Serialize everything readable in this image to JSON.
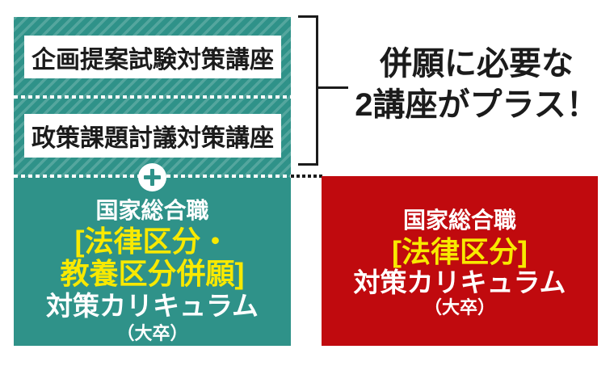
{
  "colors": {
    "teal": "#2f9289",
    "red": "#c00a0e",
    "yellow": "#f8e900",
    "ink": "#1b1b1b",
    "page_bg": "#ffffff"
  },
  "headline": {
    "line1": "併願に必要な",
    "line2": "2講座がプラス！"
  },
  "left_card": {
    "courses": [
      "企画提案試験対策講座",
      "政策課題討議対策講座"
    ],
    "title": "国家総合職",
    "highlight_line1": "[法律区分・",
    "highlight_line2": "教養区分併願]",
    "subtitle": "対策カリキュラム",
    "note": "（大卒）"
  },
  "right_card": {
    "title": "国家総合職",
    "highlight": "[法律区分]",
    "subtitle": "対策カリキュラム",
    "note": "（大卒）"
  },
  "icons": {
    "plus_icon": "＋"
  }
}
